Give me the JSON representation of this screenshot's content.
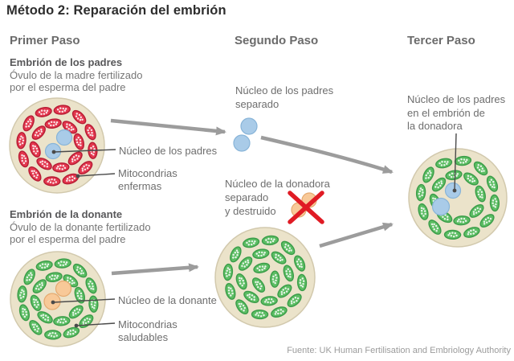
{
  "title": "Método 2: Reparación del embrión",
  "steps": {
    "step1": "Primer Paso",
    "step2": "Segundo Paso",
    "step3": "Tercer Paso"
  },
  "parents_embryo": {
    "heading": "Embrión de los padres",
    "sub": [
      "Óvulo de la madre fertilizado",
      "por el esperma del padre"
    ],
    "nucleus_label": "Núcleo de los padres",
    "mito_label": [
      "Mitocondrias",
      "enfermas"
    ]
  },
  "donor_embryo": {
    "heading": "Embrión de la donante",
    "sub": [
      "Óvulo de la donante fertilizado",
      "por el esperma del padre"
    ],
    "nucleus_label": "Núcleo de la donante",
    "mito_label": [
      "Mitocondrias",
      "saludables"
    ]
  },
  "step2_labels": {
    "parents_nucleus": [
      "Núcleo de los padres",
      "separado"
    ],
    "donor_nucleus": [
      "Núcleo de la donadora",
      "separado",
      "y destruido"
    ]
  },
  "step3_label": [
    "Núcleo de los padres",
    "en el embrión de",
    "la donadora"
  ],
  "footer": "Fuente: UK Human Fertilisation and Embriology Authority",
  "icons": {
    "destroyed": "red-x-cross",
    "flow": "gray-arrow"
  },
  "colors": {
    "cell_fill": "#ebe3ca",
    "cell_border": "#d2c9ad",
    "mito_sick_fill": "#e3374e",
    "mito_sick_border": "#b61c34",
    "mito_healthy_fill": "#5cbd63",
    "mito_healthy_border": "#3a9c49",
    "mito_dots": "#ffffff",
    "nucleus_parents_fill": "#a9cbe8",
    "nucleus_parents_border": "#88b4d8",
    "nucleus_donor_fill": "#f8c998",
    "nucleus_donor_border": "#e5a96f",
    "arrow": "#9c9c9c",
    "x_mark": "#e01b24",
    "leader": "#4a4a4a"
  }
}
